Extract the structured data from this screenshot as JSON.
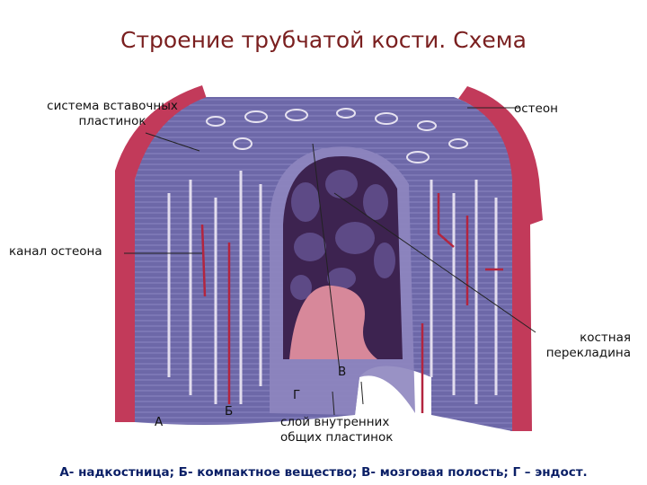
{
  "title": "Строение трубчатой кости. Схема",
  "labels": {
    "interstitial": "система вставочных пластинок",
    "osteon": "остеон",
    "canal": "канал остеона",
    "trabecula": "костная перекладина",
    "inner_layer": "слой внутренних общих пластинок",
    "A": "А",
    "B": "Б",
    "V": "В",
    "G": "Г"
  },
  "caption": "А- надкостница; Б- компактное вещество; В- мозговая полость; Г – эндост.",
  "colors": {
    "title": "#7a1f1f",
    "caption": "#0a1f66",
    "compact": "#6e6aa6",
    "periosteum": "#c23a5a",
    "marrow": "#4a2b5e"
  }
}
